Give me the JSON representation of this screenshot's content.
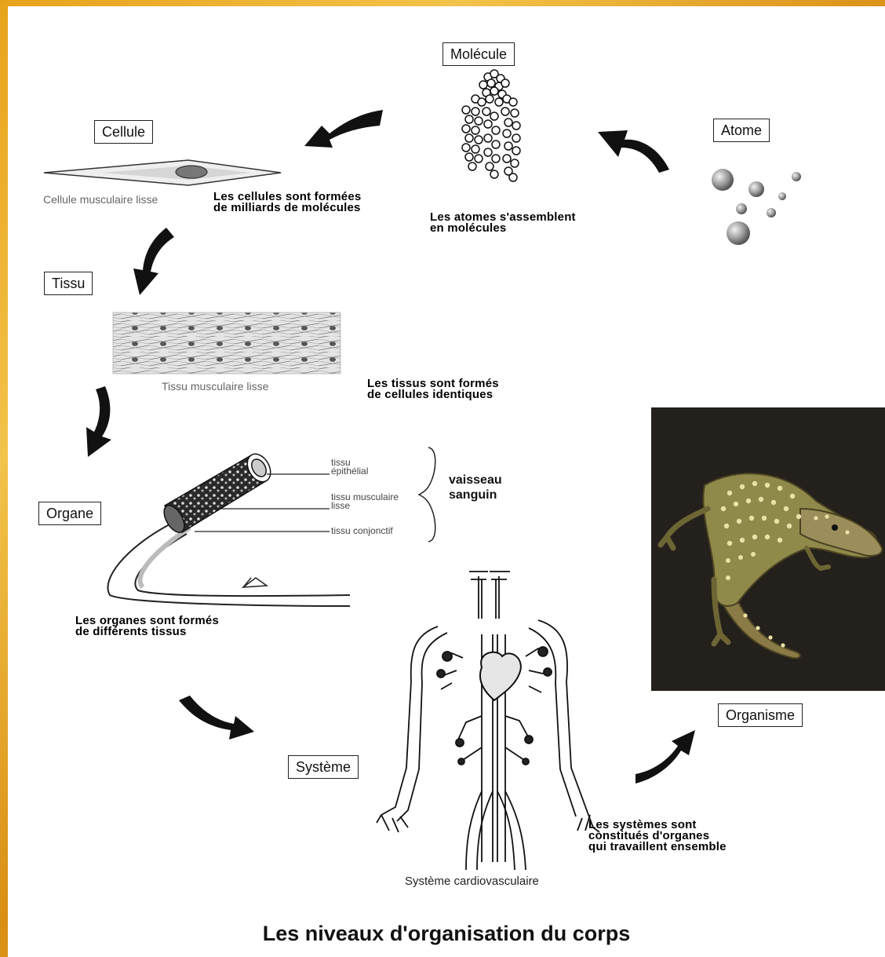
{
  "title": "Les niveaux d'organisation du corps",
  "levels": {
    "atome": "Atome",
    "molecule": "Molécule",
    "cellule": "Cellule",
    "tissu": "Tissu",
    "organe": "Organe",
    "systeme": "Système",
    "organisme": "Organisme"
  },
  "captions": {
    "cellule": "Cellule musculaire lisse",
    "tissu": "Tissu musculaire lisse",
    "systeme": "Système cardiovasculaire"
  },
  "descriptions": {
    "atomes": [
      "Les atomes s'assemblent",
      "en molécules"
    ],
    "cellules": [
      "Les cellules sont formées",
      "de milliards de molécules"
    ],
    "tissus": [
      "Les tissus sont formés",
      "de cellules identiques"
    ],
    "organes": [
      "Les organes sont formés",
      "de différents tissus"
    ],
    "systemes": [
      "Les systèmes sont",
      "constitués d'organes",
      "qui travaillent ensemble"
    ]
  },
  "vessel_layers": {
    "epithelial": [
      "tissu",
      "épithélial"
    ],
    "musculaire": [
      "tissu musculaire",
      "lisse"
    ],
    "conjonctif": [
      "tissu conjonctif"
    ],
    "group": [
      "vaisseau",
      "sanguin"
    ]
  },
  "colors": {
    "background_gold": "#e8a21a",
    "arrow": "#111111",
    "panel": "#ffffff"
  }
}
